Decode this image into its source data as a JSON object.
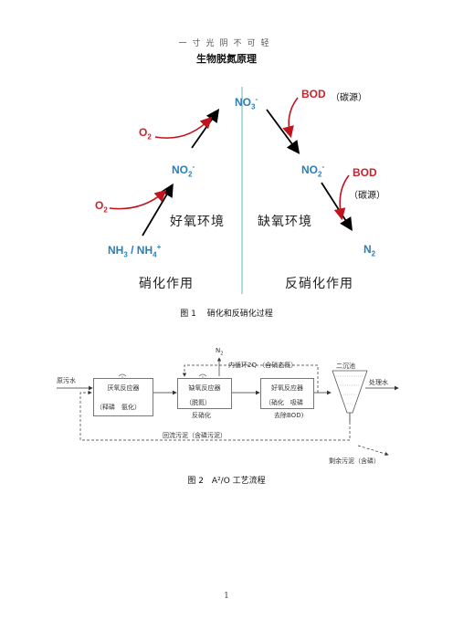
{
  "header": {
    "motto": "一寸光阴不可轻",
    "title": "生物脱氮原理"
  },
  "figure1": {
    "no3": "NO3-",
    "bod_top": "BOD",
    "carbon_top": "（碳源）",
    "o2_top": "O2",
    "no2_left": "NO2-",
    "no2_right": "NO2-",
    "bod_right": "BOD",
    "carbon_right": "（碳源）",
    "o2_bottom": "O2",
    "env_left": "好氧环境",
    "env_right": "缺氧环境",
    "nh": "NH3 / NH4+",
    "n2": "N2",
    "label_left": "硝化作用",
    "label_right": "反硝化作用",
    "caption": "图 1　 硝化和反硝化过程"
  },
  "figure2": {
    "n2": "N2",
    "inner_loop": "内循环2Q （含硝态氮）",
    "secondary_clarifier": "二沉池",
    "raw_water": "原污水",
    "treated_water": "处理水",
    "anaerobic": "厌氧反应器",
    "anaerobic_sub": "（释磷　氨化）",
    "anoxic": "缺氧反应器",
    "anoxic_sub": "（脱氮）",
    "anoxic_sub2": "反硝化",
    "aerobic": "好氧反应器",
    "aerobic_sub": "（硝化　吸磷",
    "aerobic_sub2": "去除BOD)",
    "return_sludge": "回流污泥（含磷污泥）",
    "excess_sludge": "剩余污泥（含磷）",
    "caption": "图 2　A²/O 工艺流程"
  },
  "footer": {
    "page": "1"
  }
}
